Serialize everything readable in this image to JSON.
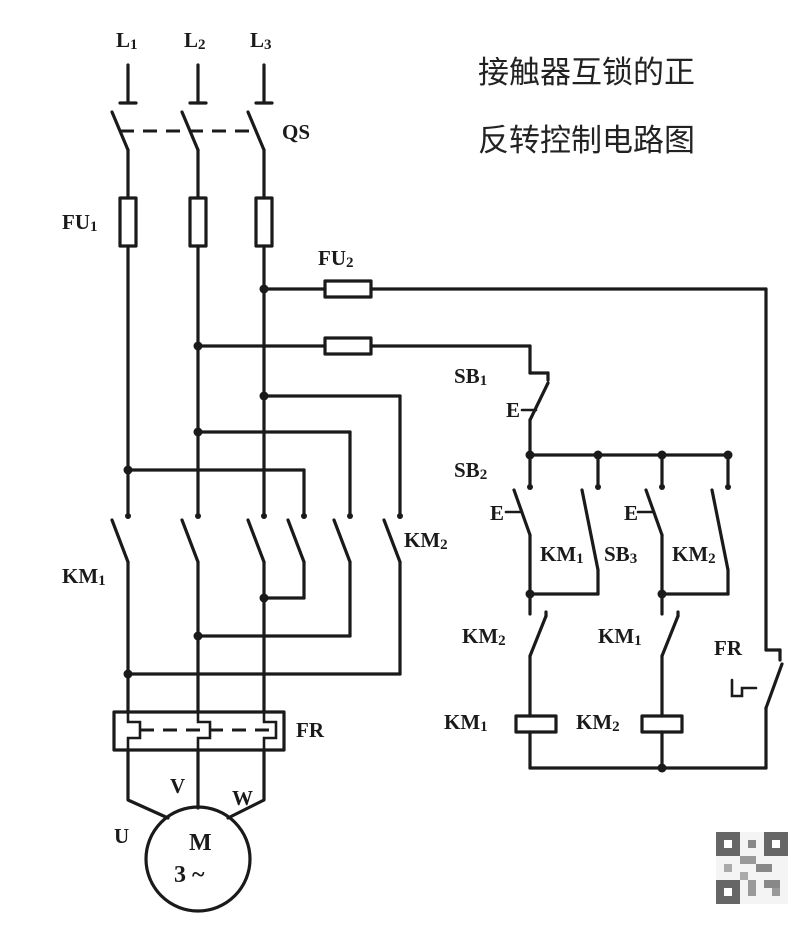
{
  "title": {
    "line1": "接触器互锁的正",
    "line2": "反转控制电路图"
  },
  "labels": {
    "l1": "L",
    "l1_sub": "1",
    "l2": "L",
    "l2_sub": "2",
    "l3": "L",
    "l3_sub": "3",
    "qs": "QS",
    "fu1": "FU",
    "fu1_sub": "1",
    "fu2": "FU",
    "fu2_sub": "2",
    "km1_main": "KM",
    "km1_main_sub": "1",
    "km2_main": "KM",
    "km2_main_sub": "2",
    "fr_main": "FR",
    "u": "U",
    "v": "V",
    "w": "W",
    "motor_m": "M",
    "motor_phase": "3 ~",
    "sb1": "SB",
    "sb1_sub": "1",
    "sb2": "SB",
    "sb2_sub": "2",
    "sb3": "SB",
    "sb3_sub": "3",
    "e1": "E",
    "e2": "E",
    "e3": "E",
    "km1_aux": "KM",
    "km1_aux_sub": "1",
    "km2_aux": "KM",
    "km2_aux_sub": "2",
    "km2_interlock": "KM",
    "km2_interlock_sub": "2",
    "km1_interlock": "KM",
    "km1_interlock_sub": "1",
    "fr_ctrl": "FR",
    "km1_coil": "KM",
    "km1_coil_sub": "1",
    "km2_coil": "KM",
    "km2_coil_sub": "2"
  }
}
